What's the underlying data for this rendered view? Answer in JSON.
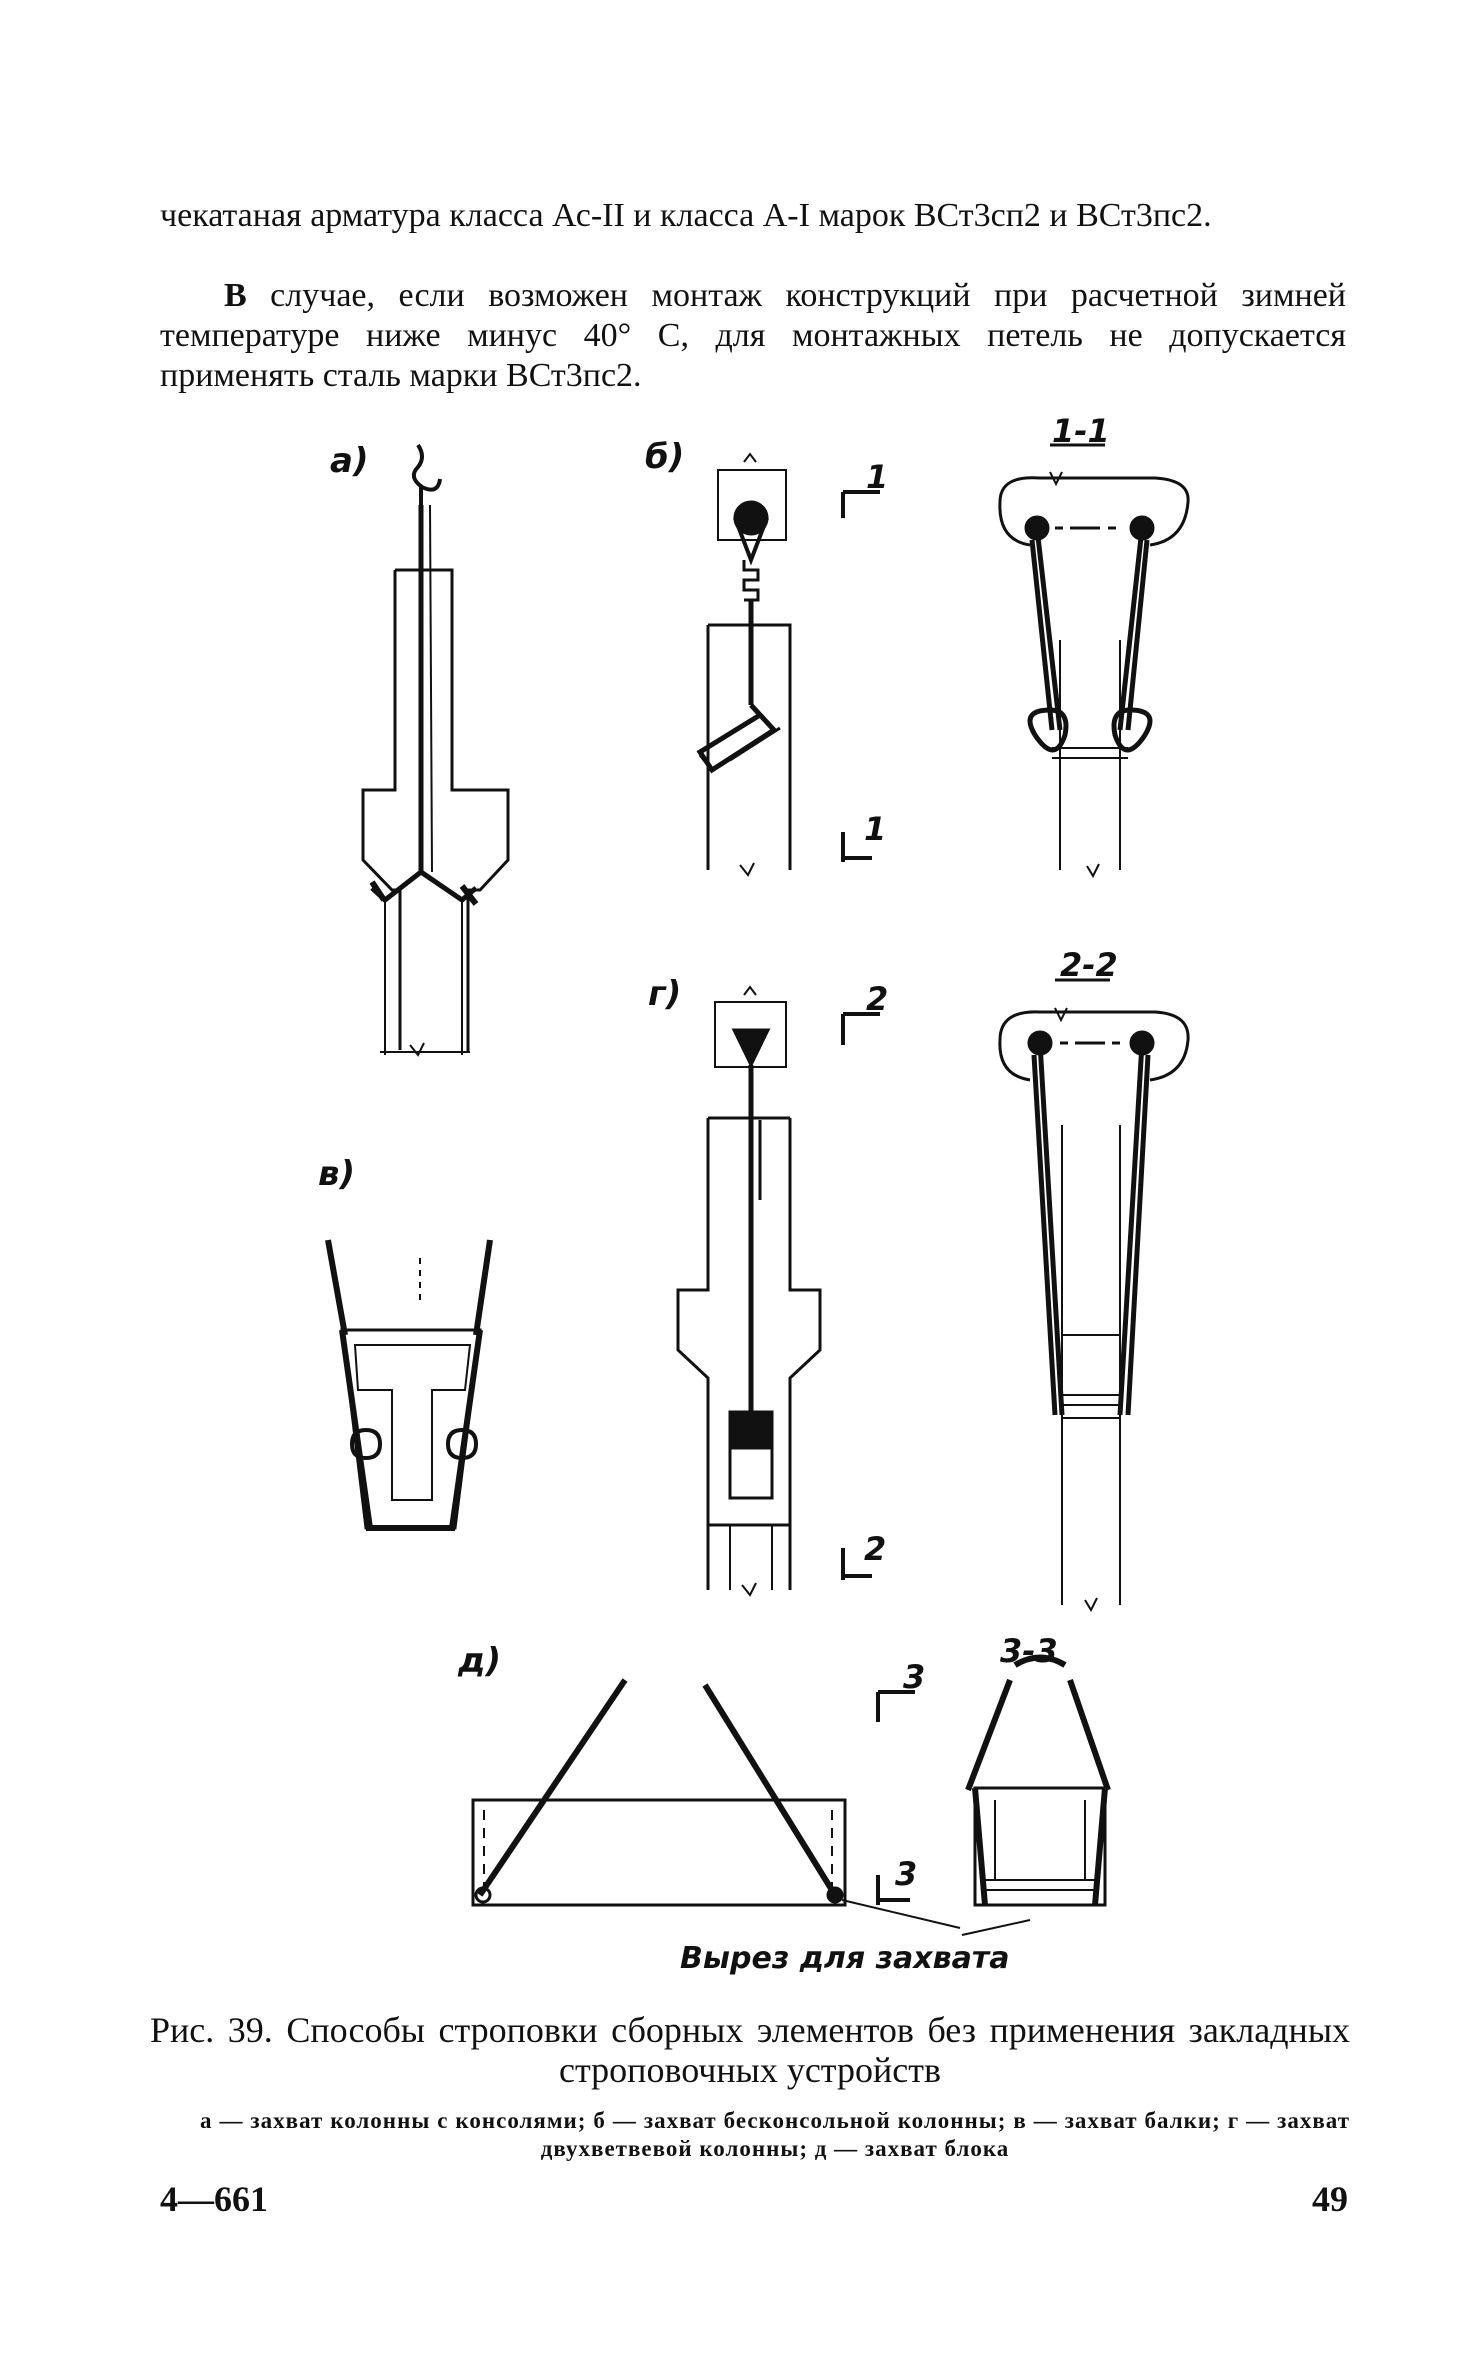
{
  "text": {
    "para1": "чекатаная арматура класса Ас-II и класса A-I марок ВСт3сп2 и ВСт3пс2.",
    "para2_lead": "В",
    "para2_rest": " случае, если возможен монтаж конструкций при расчетной зимней температуре ниже минус 40° С, для монтажных петель не допускается применять сталь марки ВСт3пс2."
  },
  "figure": {
    "label_a": "а)",
    "label_b": "б)",
    "label_v": "в)",
    "label_g": "г)",
    "label_d": "д)",
    "section_1_title": "1-1",
    "section_2_title": "2-2",
    "section_3_title": "3-3",
    "mark_1": "1",
    "mark_2": "2",
    "mark_3": "3",
    "cutout_label": "Вырез для захвата"
  },
  "caption": {
    "main": "Рис. 39. Способы строповки сборных элементов без применения закладных строповочных устройств",
    "legend": "а — захват колонны с консолями; б — захват бесконсольной колонны; в — захват балки; г — захват двухветвевой колонны; д — захват блока"
  },
  "footer": {
    "signature": "4—661",
    "page_number": "49"
  }
}
